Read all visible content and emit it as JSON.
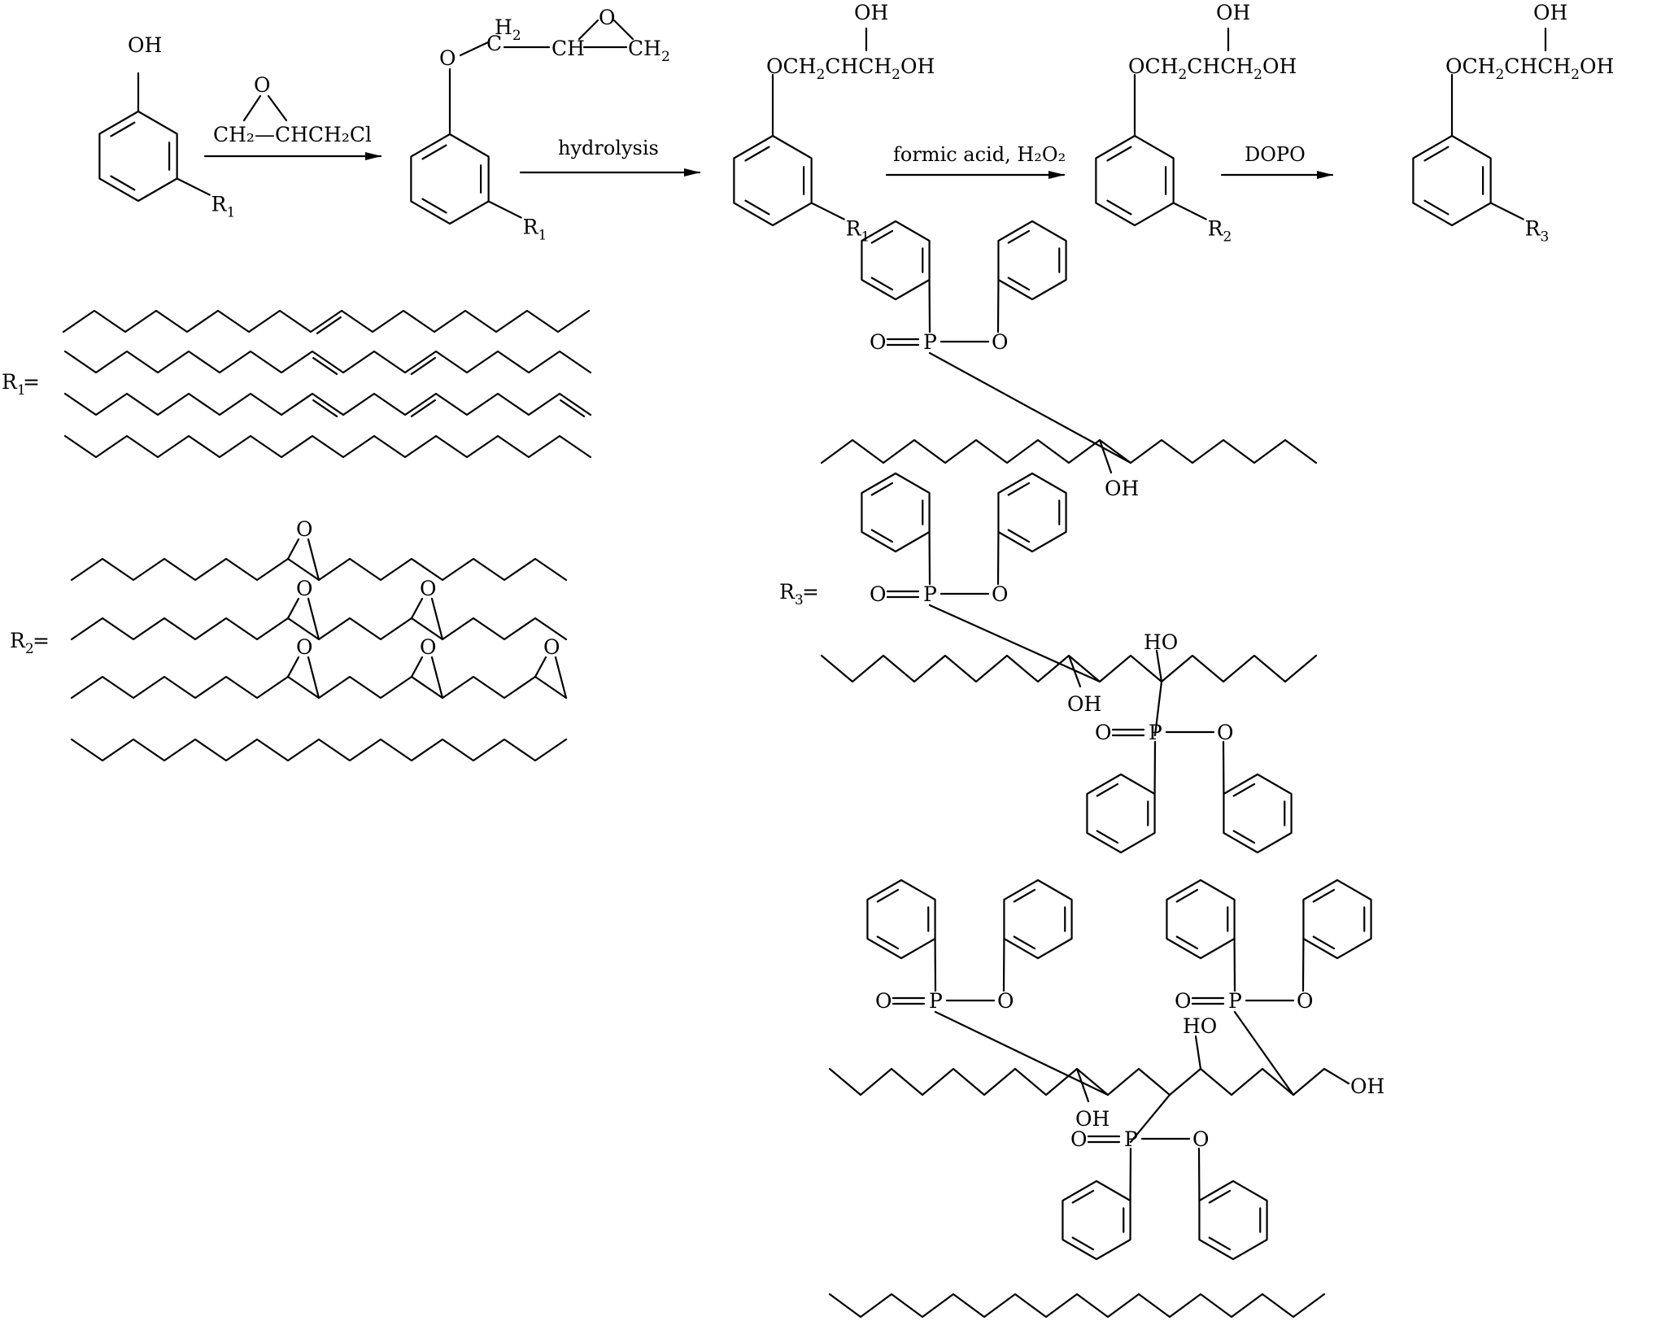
{
  "scheme": {
    "reactions": [
      {
        "reagent_top": "O",
        "reagent_bottom": "CH₂—CHCH₂Cl",
        "label": ""
      },
      {
        "reagent_top": "",
        "reagent_bottom": "",
        "label": "hydrolysis"
      },
      {
        "reagent_top": "",
        "reagent_bottom": "",
        "label": "formic acid, H₂O₂"
      },
      {
        "reagent_top": "",
        "reagent_bottom": "",
        "label": "DOPO"
      }
    ],
    "compounds": [
      {
        "top": "OH",
        "side": "",
        "substituent": "R₁"
      },
      {
        "top": "O—C(H₂)—CH—CH₂ (O)",
        "side": "",
        "substituent": "R₁"
      },
      {
        "top": "OH",
        "side": "OCH₂CHCH₂OH",
        "substituent": "R₁"
      },
      {
        "top": "OH",
        "side": "OCH₂CHCH₂OH",
        "substituent": "R₂"
      },
      {
        "top": "OH",
        "side": "OCH₂CHCH₂OH",
        "substituent": "R₃"
      }
    ],
    "definitions": [
      {
        "label": "R₁=",
        "chains": 4
      },
      {
        "label": "R₂=",
        "chains": 4
      },
      {
        "label": "R₃=",
        "chains": 4
      }
    ],
    "atom_labels": {
      "oh": "OH",
      "ho": "HO",
      "o": "O",
      "p": "P",
      "h2": "H",
      "ch": "CH",
      "ch2": "CH",
      "c": "C",
      "cl": "Cl",
      "och": "OCH",
      "chch": "CHCH",
      "r": "R",
      "equals": "=",
      "sub1": "1",
      "sub2": "2",
      "sub3": "3"
    }
  }
}
